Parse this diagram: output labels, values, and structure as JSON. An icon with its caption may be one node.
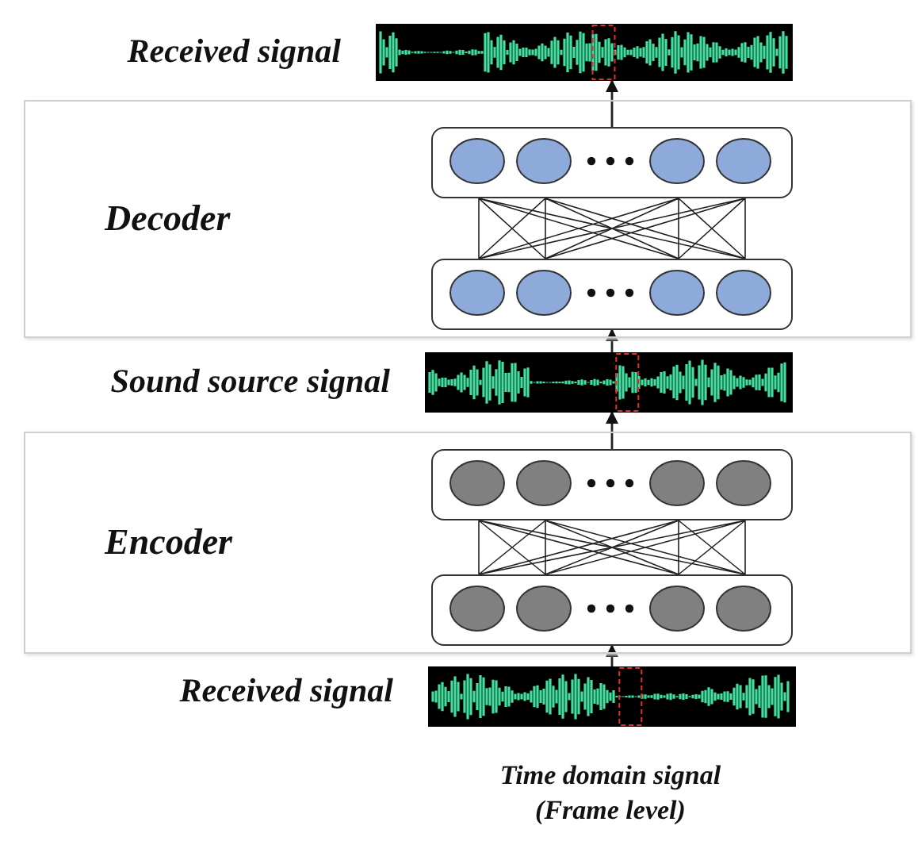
{
  "diagram": {
    "nodes": [
      {
        "text": [],
        "shape": "picture",
        "beside": [
          "Received signal"
        ]
      },
      {
        "text": [
          "Decoder"
        ]
      },
      {
        "text": [],
        "shape": "box",
        "in": 1
      },
      {
        "text": [],
        "shape": "box",
        "in": 1
      },
      {
        "text": [],
        "shape": "picture",
        "beside": [
          "Sound source signal"
        ]
      },
      {
        "text": [
          "Encoder"
        ]
      },
      {
        "text": [],
        "shape": "box",
        "in": 5
      },
      {
        "text": [],
        "shape": "box",
        "in": 5
      },
      {
        "text": [],
        "shape": "picture",
        "beside": [
          "Received signal",
          "Time domain signal (Frame level)"
        ]
      }
    ],
    "edges": [
      {
        "from": 8,
        "to": 7,
        "arrow": "to"
      },
      {
        "from": 7,
        "to": 6,
        "arrow": "none"
      },
      {
        "from": 6,
        "to": 4,
        "arrow": "to"
      },
      {
        "from": 4,
        "to": 3,
        "arrow": "to"
      },
      {
        "from": 3,
        "to": 2,
        "arrow": "none"
      },
      {
        "from": 2,
        "to": 0,
        "arrow": "to"
      }
    ]
  }
}
